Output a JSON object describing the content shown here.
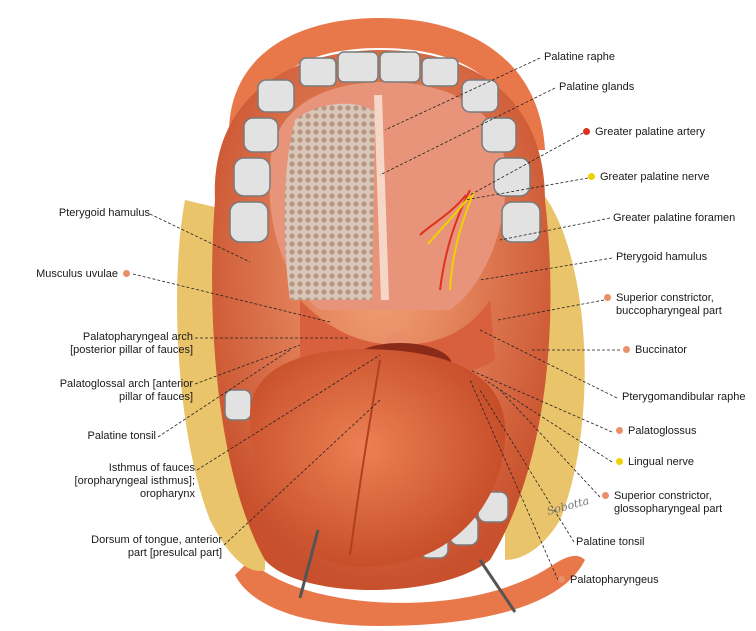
{
  "colors": {
    "artery": "#e0301e",
    "nerve": "#f0d000",
    "muscle": "#e8906a",
    "tissue": "#e2663e",
    "lip": "#e87a4c",
    "tooth": "#e2e2e2",
    "leader": "#222222"
  },
  "labels": {
    "palatine_raphe": "Palatine raphe",
    "palatine_glands": "Palatine glands",
    "greater_palatine_artery": "Greater palatine artery",
    "greater_palatine_nerve": "Greater palatine nerve",
    "greater_palatine_foramen": "Greater palatine foramen",
    "pterygoid_hamulus_right": "Pterygoid hamulus",
    "superior_constrictor_bucco": [
      "Superior constrictor,",
      "buccopharyngeal part"
    ],
    "buccinator": "Buccinator",
    "pterygomandibular_raphe": "Pterygomandibular raphe",
    "palatoglossus": "Palatoglossus",
    "lingual_nerve": "Lingual nerve",
    "superior_constrictor_glosso": [
      "Superior constrictor,",
      "glossopharyngeal part"
    ],
    "palatine_tonsil_right": "Palatine tonsil",
    "palatopharyngeus": "Palatopharyngeus",
    "pterygoid_hamulus_left": "Pterygoid hamulus",
    "musculus_uvulae": "Musculus uvulae",
    "palatopharyngeal_arch": [
      "Palatopharyngeal arch",
      "[posterior pillar of fauces]"
    ],
    "palatoglossal_arch": [
      "Palatoglossal arch [anterior",
      "pillar of fauces]"
    ],
    "palatine_tonsil_left": "Palatine tonsil",
    "isthmus_of_fauces": [
      "Isthmus of fauces",
      "[oropharyngeal isthmus];",
      "oropharynx"
    ],
    "dorsum_of_tongue": [
      "Dorsum of tongue, anterior",
      "part [presulcal part]"
    ]
  },
  "signature": "Sobotta"
}
